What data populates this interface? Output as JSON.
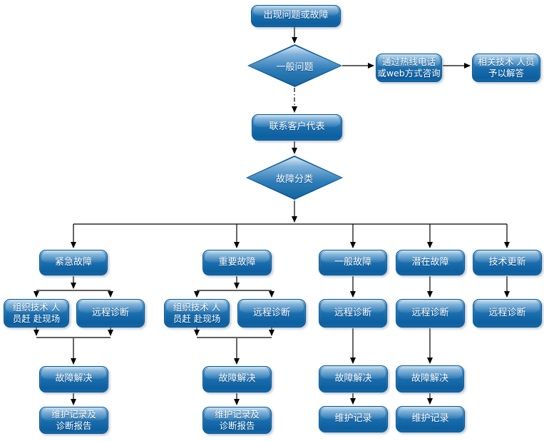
{
  "diagram": {
    "type": "flowchart",
    "colors": {
      "node_border": "#0a5795",
      "node_fill_top": "#8ebfe2",
      "node_fill_bottom": "#0d5f9f",
      "node_text": "#ffffff",
      "arrow": "#000000",
      "background": "#ffffff"
    },
    "nodes": {
      "start": {
        "shape": "box",
        "lines": [
          "出现问题或故障"
        ]
      },
      "q_general": {
        "shape": "diamond",
        "lines": [
          "一般问题"
        ]
      },
      "hotline": {
        "shape": "box",
        "lines": [
          "通过热线电话",
          "或web方式咨询"
        ]
      },
      "expert": {
        "shape": "box",
        "lines": [
          "相关技术 人员",
          "予以解答"
        ]
      },
      "contact": {
        "shape": "box",
        "lines": [
          "联系客户代表"
        ]
      },
      "classify": {
        "shape": "diamond",
        "lines": [
          "故障分类"
        ]
      },
      "urgent": {
        "shape": "box",
        "lines": [
          "紧急故障"
        ]
      },
      "important": {
        "shape": "box",
        "lines": [
          "重要故障"
        ]
      },
      "general_fault": {
        "shape": "box",
        "lines": [
          "一般故障"
        ]
      },
      "potential": {
        "shape": "box",
        "lines": [
          "潜在故障"
        ]
      },
      "tech_update": {
        "shape": "box",
        "lines": [
          "技术更新"
        ]
      },
      "team1": {
        "shape": "box",
        "lines": [
          "组织技术 人",
          "员赶 赴现场"
        ]
      },
      "remote1": {
        "shape": "box",
        "lines": [
          "远程诊断"
        ]
      },
      "team2": {
        "shape": "box",
        "lines": [
          "组织技术 人",
          "员赶 赴现场"
        ]
      },
      "remote2": {
        "shape": "box",
        "lines": [
          "远程诊断"
        ]
      },
      "remote3": {
        "shape": "box",
        "lines": [
          "远程诊断"
        ]
      },
      "remote4": {
        "shape": "box",
        "lines": [
          "远程诊断"
        ]
      },
      "remote5": {
        "shape": "box",
        "lines": [
          "远程诊断"
        ]
      },
      "solve1": {
        "shape": "box",
        "lines": [
          "故障解决"
        ]
      },
      "solve2": {
        "shape": "box",
        "lines": [
          "故障解决"
        ]
      },
      "solve3": {
        "shape": "box",
        "lines": [
          "故障解决"
        ]
      },
      "solve4": {
        "shape": "box",
        "lines": [
          "故障解决"
        ]
      },
      "record1": {
        "shape": "box",
        "lines": [
          "维护记录及",
          "诊断报告"
        ]
      },
      "record2": {
        "shape": "box",
        "lines": [
          "维护记录及",
          "诊断报告"
        ]
      },
      "record3": {
        "shape": "box",
        "lines": [
          "维护记录"
        ]
      },
      "record4": {
        "shape": "box",
        "lines": [
          "维护记录"
        ]
      }
    }
  }
}
